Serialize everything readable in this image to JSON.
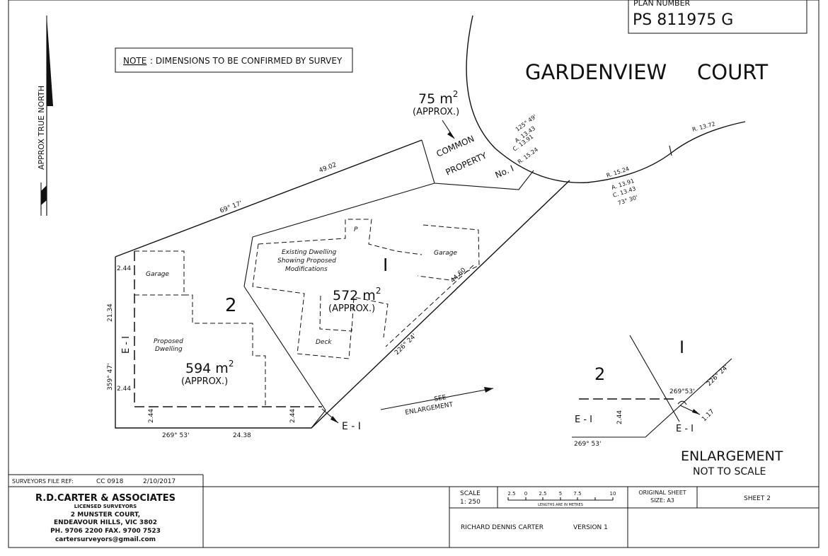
{
  "plan_number": {
    "label": "PLAN NUMBER",
    "value": "PS 811975 G"
  },
  "note": {
    "label": "NOTE",
    "text": ":  DIMENSIONS TO BE CONFIRMED BY SURVEY"
  },
  "north": "APPROX TRUE NORTH",
  "street": {
    "name1": "GARDENVIEW",
    "name2": "COURT"
  },
  "common_property": {
    "area": "75 m",
    "sup": "2",
    "approx": "(APPROX.)",
    "line1": "COMMON",
    "line2": "PROPERTY",
    "line3": "No. I"
  },
  "curve_small": {
    "l1": "125° 49'",
    "l2": "A. 13.43",
    "l3": "C. 13.91",
    "l4": "R. 15.24"
  },
  "curve_right": {
    "r1": "R. 13.72",
    "r2": "R. 15.24",
    "a": "A. 13.91",
    "c": "C. 13.43",
    "b": "73° 30'"
  },
  "dims": {
    "top": "49.02",
    "top_bearing": "69° 17'",
    "diag": "44.60",
    "diag_bearing": "226° 24'",
    "left": "21.34",
    "left_bearing": "359° 47'",
    "bottom": "24.38",
    "bottom_bearing": "269° 53'",
    "e_top": "2.44",
    "e_bot": "2.44",
    "e_b1": "2.44",
    "e_b2": "2.44"
  },
  "lot1": {
    "number": "I",
    "area": "572 m",
    "sup": "2",
    "approx": "(APPROX.)",
    "desc1": "Existing Dwelling",
    "desc2": "Showing Proposed",
    "desc3": "Modifications",
    "garage": "Garage",
    "deck": "Deck",
    "p": "P"
  },
  "lot2": {
    "number": "2",
    "area": "594 m",
    "sup": "2",
    "approx": "(APPROX.)",
    "garage": "Garage",
    "desc1": "Proposed",
    "desc2": "Dwelling",
    "easement": "E - I"
  },
  "easement_label": "E - I",
  "see": {
    "l1": "SEE",
    "l2": "ENLARGEMENT"
  },
  "enlargement": {
    "lot1": "I",
    "lot2": "2",
    "b1": "269°53'",
    "b2": "226° 24'",
    "dim": "1.17",
    "e_left": "E - I",
    "e_dim": "2.44",
    "e_right": "E - I",
    "b3": "269° 53'",
    "title": "ENLARGEMENT",
    "subtitle": "NOT TO SCALE"
  },
  "title_block": {
    "file_ref_label": "SURVEYORS FILE REF:",
    "file_ref": "CC 0918",
    "date": "2/10/2017",
    "firm": "R.D.CARTER  &  ASSOCIATES",
    "firm_sub": "LICENSED  SURVEYORS",
    "addr1": "2  MUNSTER  COURT,",
    "addr2": "ENDEAVOUR  HILLS,  VIC   3802",
    "phone": "PH.  9706  2200   FAX.  9700  7523",
    "email": "cartersurveyors@gmail.com",
    "scale_label": "SCALE",
    "scale_value": "1: 250",
    "scale_ticks": [
      "2.5",
      "0",
      "2.5",
      "5",
      "7.5",
      "10"
    ],
    "scale_note": "LENGTHS ARE IN METRES",
    "sheet_size": "ORIGINAL SHEET",
    "sheet_size2": "SIZE: A3",
    "sheet": "SHEET  2",
    "surveyor": "RICHARD  DENNIS  CARTER",
    "version": "VERSION  1"
  }
}
